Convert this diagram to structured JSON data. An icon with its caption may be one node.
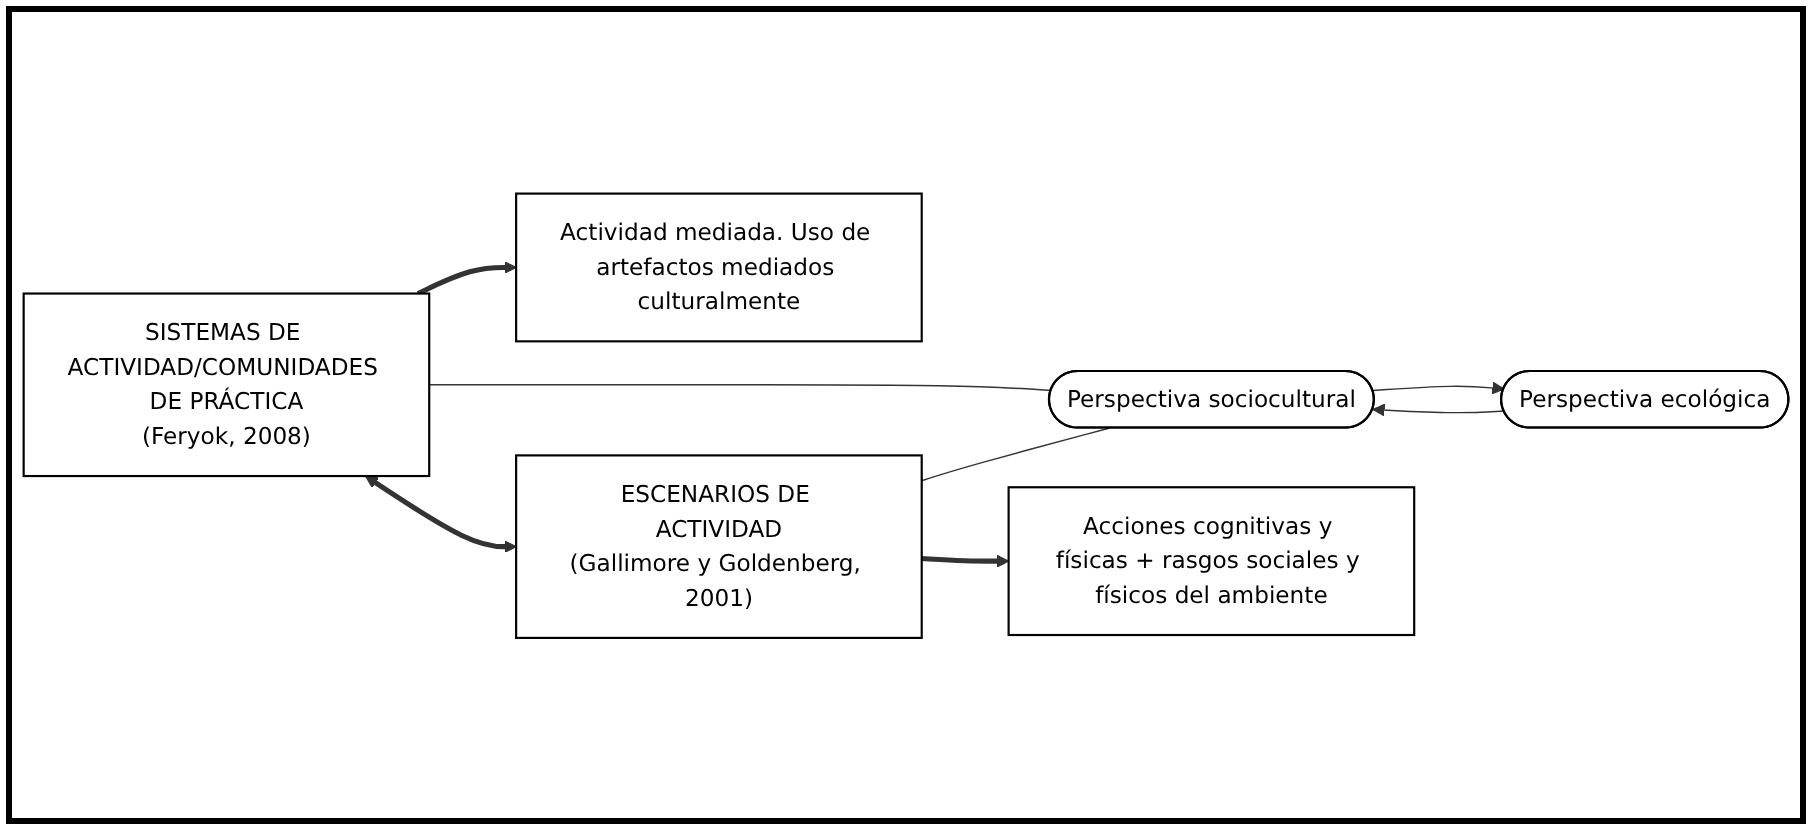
{
  "diagram": {
    "nodes": [
      {
        "text": [
          "SISTEMAS DE ACTIVIDAD/COMUNIDADES DE PRÁCTICA",
          "(Feryok, 2008)"
        ]
      },
      {
        "text": [
          "Actividad mediada. Uso de artefactos mediados culturalmente"
        ]
      },
      {
        "text": [
          "Perspectiva sociocultural"
        ]
      },
      {
        "text": [
          "Perspectiva ecológica"
        ]
      },
      {
        "text": [
          "ESCENARIOS DE ACTIVIDAD",
          "(Gallimore y Goldenberg, 2001)"
        ]
      },
      {
        "text": [
          "Acciones cognitivas y físicas + rasgos sociales y físicos del ambiente"
        ]
      }
    ],
    "edges": [
      {
        "from": 0,
        "to": 1,
        "arrow": "to",
        "style": "thick"
      },
      {
        "from": 0,
        "to": 4,
        "arrow": "both",
        "style": "thick"
      },
      {
        "from": 0,
        "to": 2,
        "arrow": "none"
      },
      {
        "from": 4,
        "to": 2,
        "arrow": "none"
      },
      {
        "from": 2,
        "to": 3,
        "arrow": "to"
      },
      {
        "from": 3,
        "to": 2,
        "arrow": "to"
      },
      {
        "from": 4,
        "to": 5,
        "arrow": "to",
        "style": "thick"
      }
    ]
  }
}
